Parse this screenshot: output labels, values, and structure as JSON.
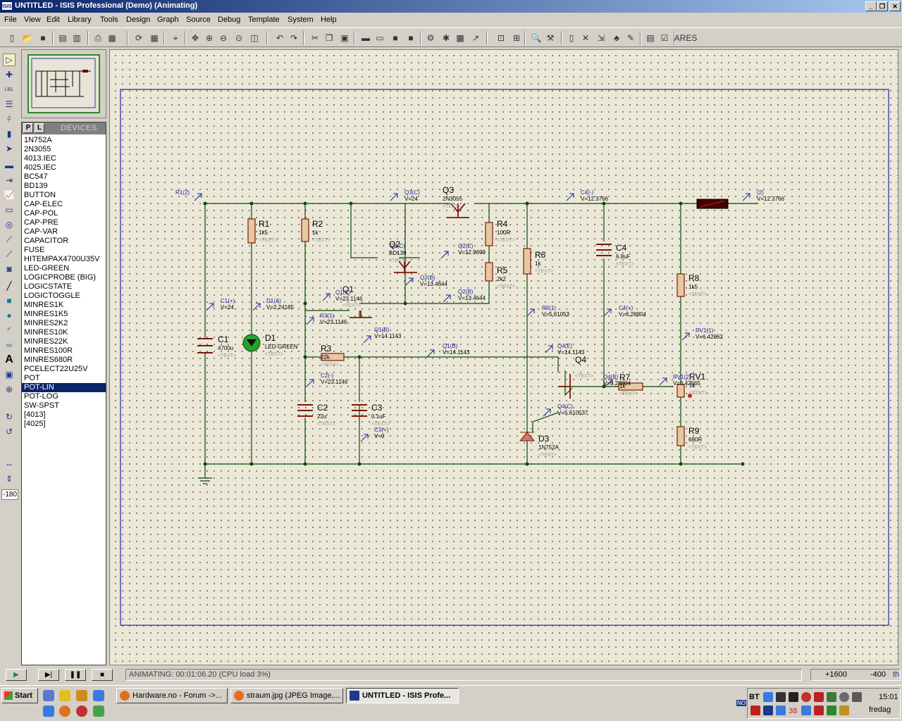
{
  "window": {
    "title": "UNTITLED - ISIS Professional (Demo) (Animating)",
    "app_icon": "ISIS",
    "minimize": "_",
    "maximize": "❐",
    "close": "✕"
  },
  "menu": [
    "File",
    "View",
    "Edit",
    "Library",
    "Tools",
    "Design",
    "Graph",
    "Source",
    "Debug",
    "Template",
    "System",
    "Help"
  ],
  "devices": {
    "tab_p": "P",
    "tab_l": "L",
    "header": "DEVICES",
    "items": [
      "1N752A",
      "2N3055",
      "4013.IEC",
      "4025.IEC",
      "BC547",
      "BD139",
      "BUTTON",
      "CAP-ELEC",
      "CAP-POL",
      "CAP-PRE",
      "CAP-VAR",
      "CAPACITOR",
      "FUSE",
      "HITEMPAX4700U35V",
      "LED-GREEN",
      "LOGICPROBE (BIG)",
      "LOGICSTATE",
      "LOGICTOGGLE",
      "MINRES1K",
      "MINRES1K5",
      "MINRES2K2",
      "MINRES10K",
      "MINRES22K",
      "MINRES100R",
      "MINRES680R",
      "PCELECT22U25V",
      "POT",
      "POT-LIN",
      "POT-LOG",
      "SW-SPST",
      "[4013]",
      "[4025]"
    ],
    "selected": "POT-LIN"
  },
  "rotation": "-180",
  "status": {
    "message": "ANIMATING: 00:01:06.20 (CPU load 3%)",
    "x": "+1600",
    "y": "-400",
    "unit": "th"
  },
  "taskbar": {
    "start": "Start",
    "tasks": [
      "Hardware.no - Forum ->...",
      "straum.jpg (JPEG Image,...",
      "UNTITLED - ISIS Profe..."
    ],
    "time": "15:01",
    "day": "fredag",
    "tray_bt": "BT",
    "tray_no": "NO",
    "tray_num": "38"
  },
  "schematic": {
    "components": {
      "R1": {
        "name": "R1",
        "value": "1k5"
      },
      "R2": {
        "name": "R2",
        "value": "1k"
      },
      "R3": {
        "name": "R3",
        "value": "22k"
      },
      "R4": {
        "name": "R4",
        "value": "100R"
      },
      "R5": {
        "name": "R5",
        "value": "2k2"
      },
      "R6": {
        "name": "R6",
        "value": "1k"
      },
      "R7": {
        "name": "R7",
        "value": "1k"
      },
      "R8": {
        "name": "R8",
        "value": "1k5"
      },
      "R9": {
        "name": "R9",
        "value": "680R"
      },
      "RV1": {
        "name": "RV1",
        "value": "1k"
      },
      "C1": {
        "name": "C1",
        "value": "4700u"
      },
      "C2": {
        "name": "C2",
        "value": "22u"
      },
      "C3": {
        "name": "C3",
        "value": "0.1uF"
      },
      "C4": {
        "name": "C4",
        "value": "6.8uF"
      },
      "D1": {
        "name": "D1",
        "value": "LED-GREEN"
      },
      "D3": {
        "name": "D3",
        "value": "1N752A"
      },
      "Q1": {
        "name": "Q1",
        "value": ""
      },
      "Q2": {
        "name": "Q2",
        "value": "BD139"
      },
      "Q3": {
        "name": "Q3",
        "value": "2N3055"
      },
      "Q4": {
        "name": "Q4",
        "value": ""
      }
    },
    "text_placeholder": "<TEXT>",
    "probes": {
      "r1_2": {
        "label": "R1(2)",
        "value": ""
      },
      "q3_c": {
        "label": "Q3(C)",
        "value": "V=24"
      },
      "c4_minus": {
        "label": "C4(-)",
        "value": "V=12.3766"
      },
      "out_2": {
        "label": "(2)",
        "value": "V=12.3766"
      },
      "q2_c": {
        "label": "Q2(C)",
        "value": ""
      },
      "q2_e": {
        "label": "Q2(E)",
        "value": "V=12.9698"
      },
      "q2_b_top": {
        "label": "Q2(B)",
        "value": "V=13.4644"
      },
      "q2_b_bot": {
        "label": "Q2(B)",
        "value": "V=13.4644"
      },
      "q1_c": {
        "label": "Q1(C)",
        "value": "V=23.1146"
      },
      "c1_plus": {
        "label": "C1(+)",
        "value": "V=24"
      },
      "d1_a": {
        "label": "D1(A)",
        "value": "V=2.24185"
      },
      "r3_1": {
        "label": "R3(1)",
        "value": "V=23.1146"
      },
      "q1_b_mid": {
        "label": "Q1(B)",
        "value": "V=14.1143"
      },
      "q1_b_line": {
        "label": "Q1(B)",
        "value": "V=14.1143"
      },
      "r6_1": {
        "label": "R6(1)",
        "value": "V=5.61053"
      },
      "c4_plus": {
        "label": "C4(+)",
        "value": "V=6.28804"
      },
      "rv1_1": {
        "label": "RV1(1)",
        "value": "V=6.42962"
      },
      "q4_e": {
        "label": "Q4(E)",
        "value": "V=14.1143"
      },
      "q4_b": {
        "label": "Q4(B)",
        "value": "V=6.28804"
      },
      "rv1_2": {
        "label": "RV1(2)",
        "value": "V=6.42565"
      },
      "c2_minus": {
        "label": "C2(-)",
        "value": "V=23.1146"
      },
      "c3_plus": {
        "label": "C3(+)",
        "value": "V=0"
      },
      "q4_c": {
        "label": "Q4(C)",
        "value": "V=5.610537"
      }
    }
  }
}
